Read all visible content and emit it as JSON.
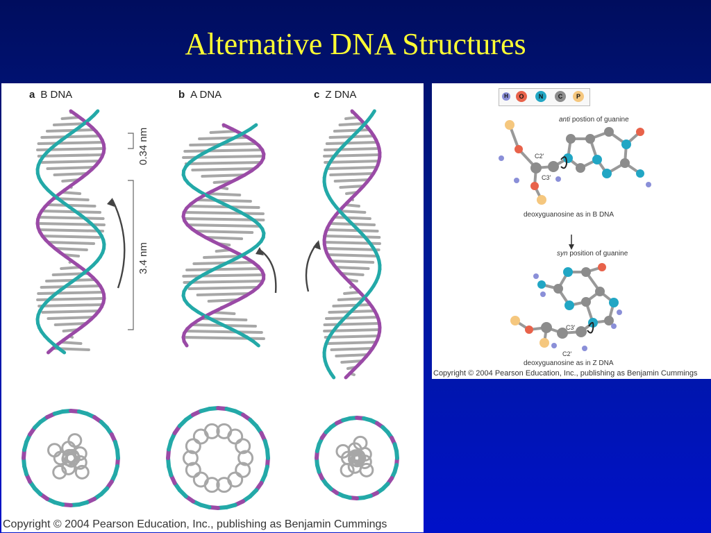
{
  "slide": {
    "title": "Alternative DNA Structures"
  },
  "left_panel": {
    "labels": [
      {
        "letter": "a",
        "name": "B DNA"
      },
      {
        "letter": "b",
        "name": "A DNA"
      },
      {
        "letter": "c",
        "name": "Z DNA"
      }
    ],
    "dim_small": "0.34 nm",
    "dim_large": "3.4 nm",
    "copyright": "Copyright © 2004 Pearson Education, Inc., publishing as Benjamin Cummings"
  },
  "right_panel": {
    "legend": [
      "H",
      "O",
      "N",
      "C",
      "P"
    ],
    "anti_word": "anti",
    "anti_rest": " postion of guanine",
    "c2_top": "C2'",
    "c3_top": "C3'",
    "b_caption": "deoxyguanosine as in B DNA",
    "syn_word": "syn",
    "syn_rest": " position of guanine",
    "c3_bottom": "C3'",
    "c2_bottom": "C2'",
    "z_caption": "deoxyguanosine as in Z DNA",
    "copyright": "Copyright © 2004 Pearson Education, Inc., publishing as Benjamin Cummings"
  },
  "colors": {
    "purple": "#9a4aa6",
    "teal": "#23a9a8",
    "gray": "#a7a7a7",
    "title": "#ffff33"
  }
}
